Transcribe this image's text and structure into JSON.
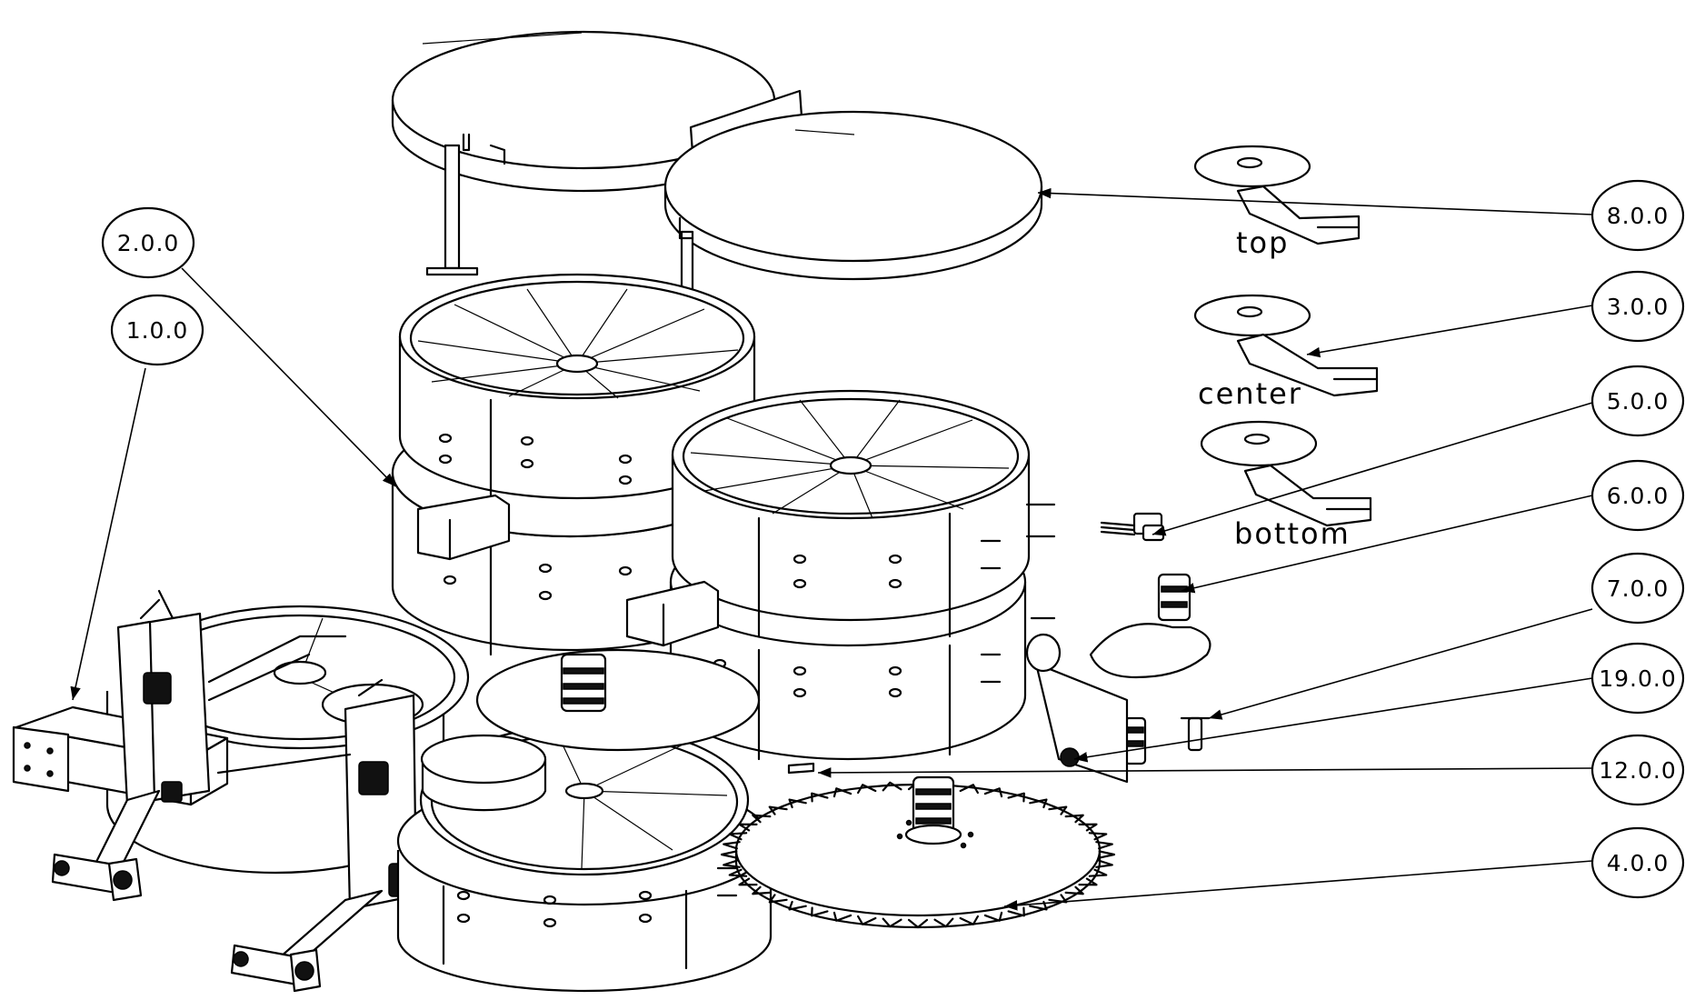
{
  "callouts": [
    {
      "id": "8.0.0"
    },
    {
      "id": "3.0.0"
    },
    {
      "id": "5.0.0"
    },
    {
      "id": "6.0.0"
    },
    {
      "id": "7.0.0"
    },
    {
      "id": "19.0.0"
    },
    {
      "id": "12.0.0"
    },
    {
      "id": "4.0.0"
    },
    {
      "id": "2.0.0"
    },
    {
      "id": "1.0.0"
    }
  ],
  "labels": {
    "top": "top",
    "center": "center",
    "bottom": "bottom"
  },
  "colors": {
    "line": "#000000",
    "background": "#ffffff"
  }
}
